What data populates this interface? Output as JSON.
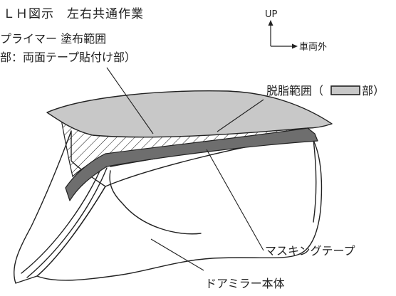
{
  "title": "ＬＨ図示　左右共通作業",
  "primer_label_line1": "プライマー 塗布範囲",
  "primer_label_line2": "部：両面テープ貼付け部）",
  "direction_up": "UP",
  "direction_outward": "車両外",
  "degrease_label_prefix": "脱脂範囲（",
  "degrease_label_suffix": "部）",
  "masking_tape_label": "マスキングテープ",
  "mirror_body_label": "ドアミラー本体",
  "colors": {
    "degrease_fill": "#c8c8c8",
    "masking_tape_fill": "#6e6e6e",
    "outline": "#222222"
  }
}
